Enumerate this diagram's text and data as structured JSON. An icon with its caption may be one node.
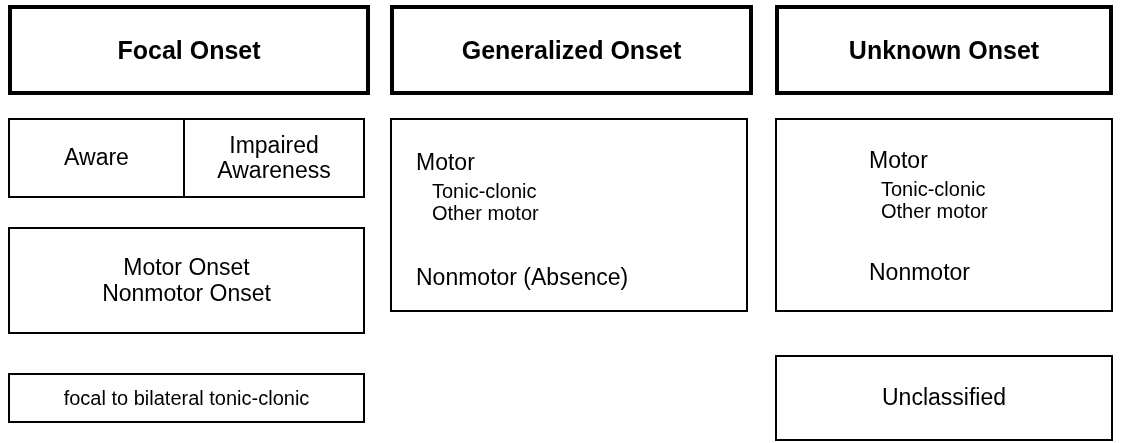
{
  "diagram": {
    "nodes": [
      {
        "text": [
          "Focal Onset"
        ]
      },
      {
        "text": [
          "Aware"
        ]
      },
      {
        "text": [
          "Impaired Awareness"
        ]
      },
      {
        "text": [
          "Motor Onset Nonmotor Onset"
        ]
      },
      {
        "text": [
          "focal to bilateral tonic-clonic"
        ]
      },
      {
        "text": [
          "Generalized Onset"
        ]
      },
      {
        "text": [
          "Motor",
          "Tonic-clonic Other motor",
          "Nonmotor (Absence)"
        ]
      },
      {
        "text": [
          "Unknown Onset"
        ]
      },
      {
        "text": [
          "Motor",
          "Tonic-clonic Other motor",
          "Nonmotor"
        ]
      },
      {
        "text": [
          "Unclassified"
        ]
      }
    ],
    "edges": []
  }
}
